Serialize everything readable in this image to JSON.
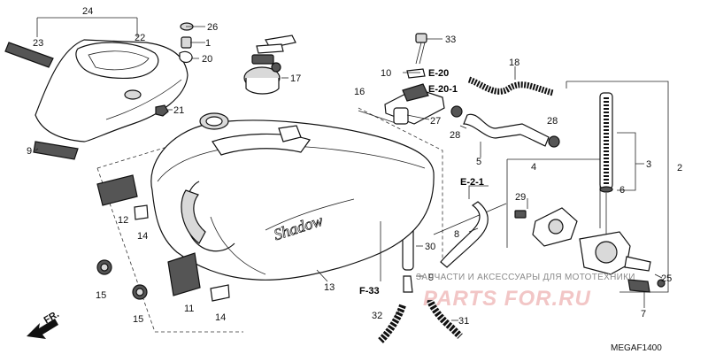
{
  "callouts": {
    "c1": "1",
    "c2": "2",
    "c3": "3",
    "c4": "4",
    "c5": "5",
    "c6": "6",
    "c7": "7",
    "c8": "8",
    "c9a": "9",
    "c9b": "9",
    "c10": "10",
    "c11": "11",
    "c12": "12",
    "c13": "13",
    "c14a": "14",
    "c14b": "14",
    "c15a": "15",
    "c15b": "15",
    "c16": "16",
    "c17": "17",
    "c18": "18",
    "c20": "20",
    "c21": "21",
    "c22": "22",
    "c23": "23",
    "c24": "24",
    "c25": "25",
    "c26": "26",
    "c27": "27",
    "c28a": "28",
    "c28b": "28",
    "c29": "29",
    "c30": "30",
    "c31": "31",
    "c32": "32",
    "c33": "33"
  },
  "refs": {
    "e20": "E-20",
    "e201": "E-20-1",
    "e21": "E-2-1",
    "f33": "F-33"
  },
  "direction": "FR.",
  "tank_script": "Shadow",
  "watermark": {
    "line1": "ЗАПЧАСТИ И АКСЕССУАРЫ ДЛЯ МОТОТЕХНИКИ",
    "line2": "PARTS FOR.RU"
  },
  "diagram_code": "MEGAF1400"
}
